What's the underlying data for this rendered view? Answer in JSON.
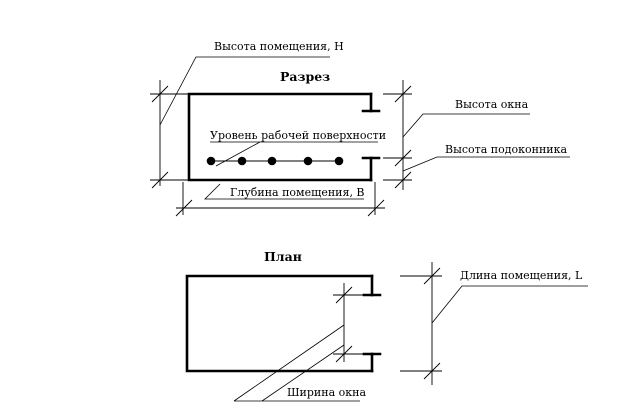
{
  "section": {
    "title": "Разрез",
    "room_height_label": "Высота помещения, H",
    "window_height_label": "Высота окна",
    "sill_height_label": "Высота подоконника",
    "work_surface_label": "Уровень рабочей поверхности",
    "room_depth_label": "Глубина помещения, В"
  },
  "plan": {
    "title": "План",
    "room_length_label": "Длина помещения, L",
    "window_width_label": "Ширина окна"
  }
}
